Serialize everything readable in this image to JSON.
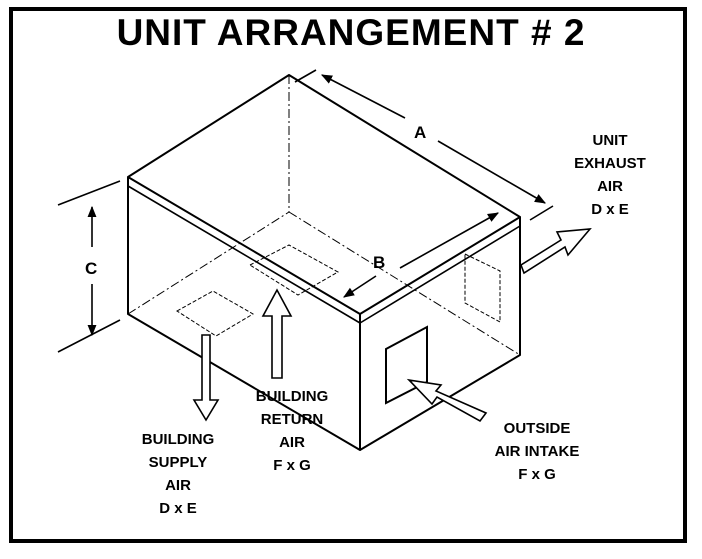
{
  "title": "UNIT ARRANGEMENT # 2",
  "dimensions": {
    "a": "A",
    "b": "B",
    "c": "C"
  },
  "labels": {
    "unit_exhaust": [
      "UNIT",
      "EXHAUST",
      "AIR",
      "D x E"
    ],
    "building_return": [
      "BUILDING",
      "RETURN",
      "AIR",
      "F x G"
    ],
    "building_supply": [
      "BUILDING",
      "SUPPLY",
      "AIR",
      "D x E"
    ],
    "outside_intake": [
      "OUTSIDE",
      "AIR INTAKE",
      "F x G"
    ]
  }
}
